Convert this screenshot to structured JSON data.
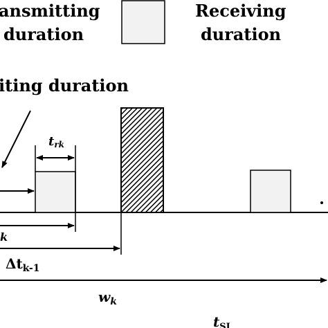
{
  "legend": {
    "transmitting_line1": "ansmitting",
    "transmitting_line2": "duration",
    "receiving_line1": "Receiving",
    "receiving_line2": "duration",
    "waiting": "iting duration"
  },
  "labels": {
    "t_main": "t",
    "t_rk_sub": "rk",
    "t_k_sub": "k",
    "delta_main": "Δt",
    "delta_sub": "k-1",
    "w_main": "w",
    "w_sub": "k",
    "tsi_main": "t",
    "tsi_sub": "SI",
    "ellipsis": "·"
  },
  "colors": {
    "line": "#000000",
    "box_fill": "#f2f2f2",
    "hatch": "#000000"
  }
}
